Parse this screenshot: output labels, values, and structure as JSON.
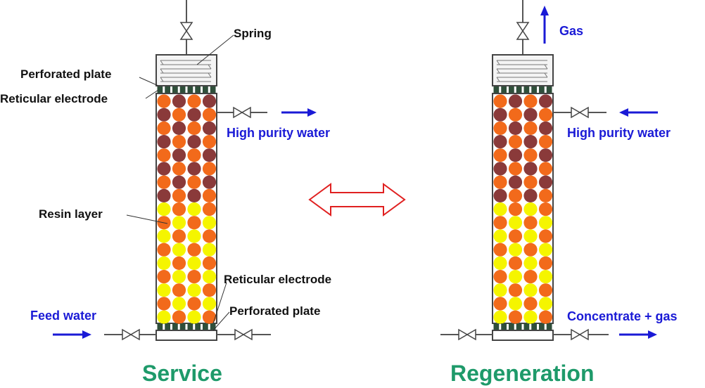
{
  "labels": {
    "spring": "Spring",
    "perforated_plate_top": "Perforated plate",
    "reticular_electrode_top": "Reticular electrode",
    "high_purity_water_service": "High purity water",
    "resin_layer": "Resin layer",
    "reticular_electrode_bottom": "Reticular electrode",
    "perforated_plate_bottom": "Perforated plate",
    "feed_water": "Feed water",
    "service": "Service",
    "gas": "Gas",
    "high_purity_water_regen": "High purity water",
    "concentrate_gas": "Concentrate + gas",
    "regeneration": "Regeneration"
  },
  "colors": {
    "label_text": "#111111",
    "flow_text": "#1a1ad6",
    "title_text": "#1e9a6a",
    "flow_arrow": "#1a1ad6",
    "mode_arrow": "#e02020",
    "pipe": "#555555",
    "column_outline": "#444444",
    "bead_orange": "#f26a1b",
    "bead_brown": "#8a3a3a",
    "bead_yellow": "#f5f500",
    "electrode_dark": "#2f4f3a"
  },
  "resin_pattern": {
    "upper_rows": 8,
    "lower_rows": 9,
    "columns": 4
  }
}
